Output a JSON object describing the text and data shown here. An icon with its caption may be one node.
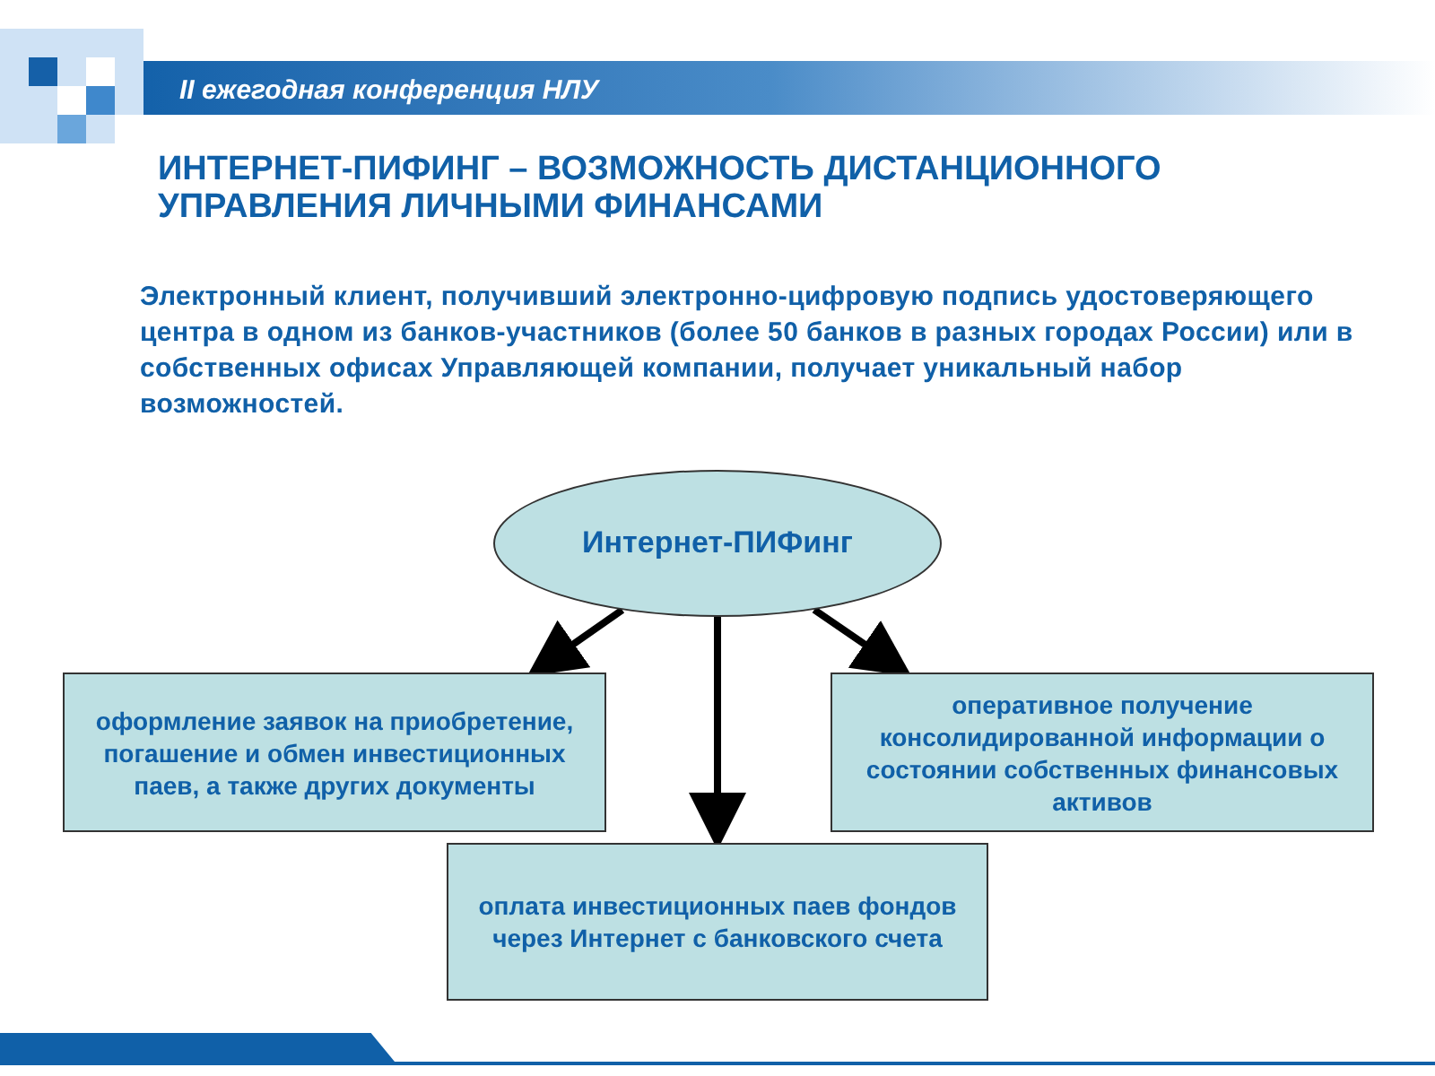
{
  "diagram": {
    "title": "ИНТЕРНЕТ-ПИФИНГ – ВОЗМОЖНОСТЬ ДИСТАНЦИОННОГО УПРАВЛЕНИЯ ЛИЧНЫМИ ФИНАНСАМИ",
    "nodes": [
      {
        "text": [
          "Интернет-ПИФинг"
        ]
      },
      {
        "text": [
          "оформление заявок на приобретение, погашение и обмен инвестиционных паев, а также других документы"
        ]
      },
      {
        "text": [
          "оперативное получение консолидированной информации о состоянии собственных финансовых активов"
        ]
      },
      {
        "text": [
          "оплата инвестиционных паев фондов через Интернет с банковского счета"
        ]
      }
    ],
    "edges": [
      {
        "from": 0,
        "to": 1,
        "arrow": "to"
      },
      {
        "from": 0,
        "to": 2,
        "arrow": "to"
      },
      {
        "from": 0,
        "to": 3,
        "arrow": "to"
      }
    ],
    "labels": [
      "II ежегодная конференция НЛУ",
      "Электронный клиент, получивший электронно-цифровую подпись удостоверяющего центра в одном из банков-участников (более 50 банков в разных городах России) или в собственных офисах Управляющей компании, получает уникальный набор возможностей."
    ]
  }
}
